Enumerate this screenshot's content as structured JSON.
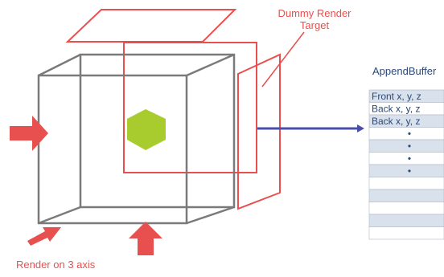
{
  "labels": {
    "dummy_render_target_line1": "Dummy Render",
    "dummy_render_target_line2": "Target",
    "append_buffer": "AppendBuffer",
    "render_on_axes": "Render on 3 axis"
  },
  "buffer_rows": [
    "Front x, y, z",
    "Back x, y, z",
    "Back x, y, z",
    "•",
    "•",
    "•",
    "•",
    "",
    "",
    "",
    "",
    ""
  ],
  "colors": {
    "red": "#e8504f",
    "cube": "#7a7a7a",
    "hexagon": "#a8cc2e",
    "arrow_blue": "#4a4ea8",
    "text_blue": "#2a4a78",
    "row_shade": "#d9e1ec",
    "row_light": "#ffffff",
    "buffer_border": "#aeb8c6"
  }
}
